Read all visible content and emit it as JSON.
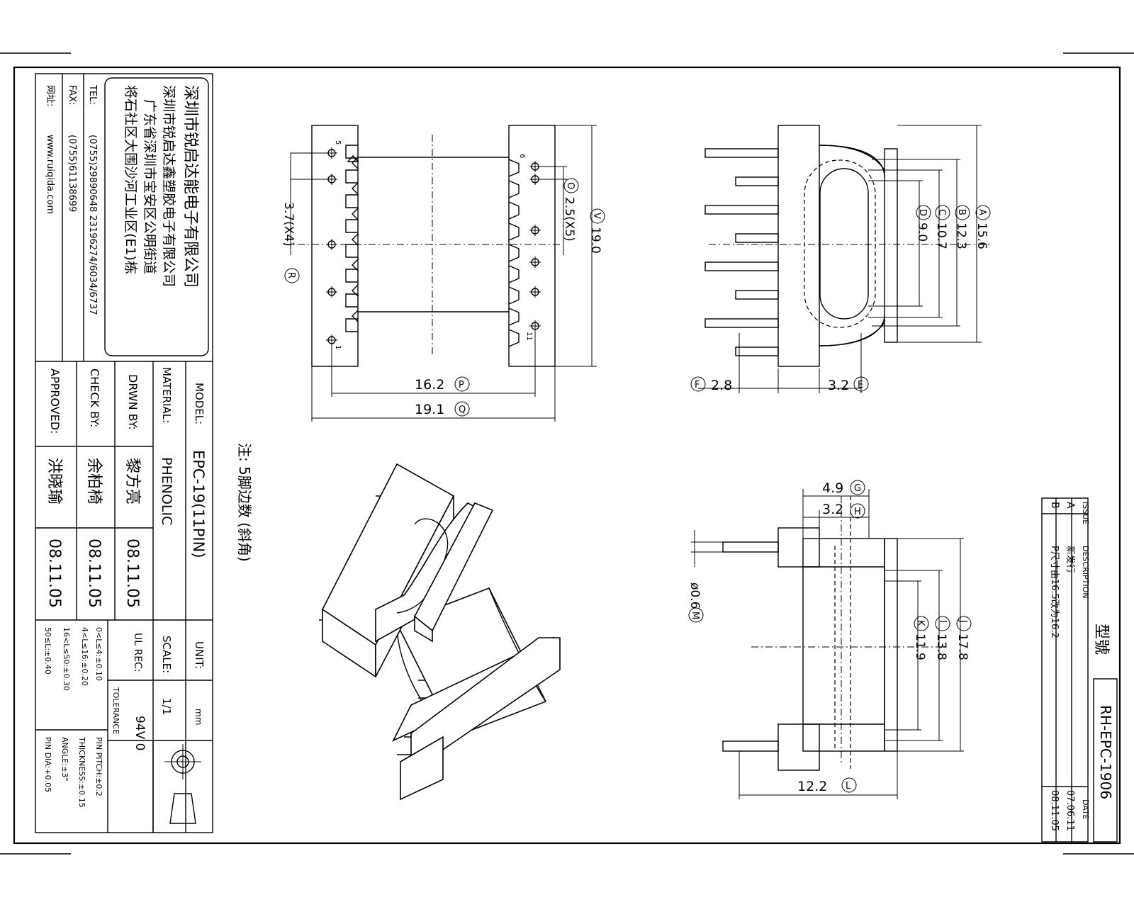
{
  "company": {
    "name1": "深圳市锐启达能电子有限公司",
    "name2": "深圳市锐启达鑫塑胶电子有限公司",
    "addr1": "广东省深圳市宝安区公明街道",
    "addr2": "将石社区大围沙河工业区(E1)栋",
    "tel_label": "TEL:",
    "tel": "(0755)29890648  23196274/6034/6737",
    "fax_label": "FAX:",
    "fax": "(0755)61138699",
    "web_label": "网址:",
    "web": "www.ruiqida.com"
  },
  "title_block": {
    "model_label": "MODEL:",
    "model": "EPC-19(11PIN)",
    "material_label": "MATERIAL:",
    "material": "PHENOLIC",
    "drwn_label": "DRWN BY:",
    "drwn": "黎方亮",
    "drwn_date": "08.11.05",
    "check_label": "CHECK BY:",
    "check": "余柏椅",
    "check_date": "08.11.05",
    "approved_label": "APPROVED:",
    "approved": "洪晓瑜",
    "approved_date": "08.11.05",
    "unit_label": "UNIT:",
    "unit": "mm",
    "scale_label": "SCALE:",
    "scale": "1/1",
    "ul_label": "UL REC:",
    "ul": "94V 0",
    "tolerance_label": "TOLERANCE",
    "tol1": "0<L≤4:±0.10",
    "tol2": "4<L≤16:±0.20",
    "tol3": "16<L≤50:±0.30",
    "tol4": "50≤L:±0.40",
    "pin_pitch": "PIN PITCH:±0.2",
    "thickness": "THICKNESS:±0.15",
    "angle": "ANGLE:±3°",
    "pin_dia": "PIN DIA:+0.05"
  },
  "note": "注: 5脚边数 (斜角)",
  "revision": {
    "issue_label": "ISSUE",
    "desc_label": "DESCRIPTION",
    "date_label": "DATE",
    "rows": [
      {
        "issue": "A",
        "desc": "新发行",
        "date": "07.06.11"
      },
      {
        "issue": "B",
        "desc": "P尺寸由16.5改为16.2",
        "date": "08.11.05"
      }
    ]
  },
  "part_no": {
    "label": "型號",
    "value": "RH-EPC-1906"
  },
  "dims": {
    "A": "15.6",
    "B": "12.3",
    "C": "10.7",
    "D": "9.0",
    "E": "3.2",
    "F": "2.8",
    "G": "4.9",
    "H": "3.2",
    "J": "17.8",
    "I": "13.8",
    "K": "11.9",
    "L": "12.2",
    "M": "ø0.6",
    "P": "16.2",
    "Q": "19.1",
    "R": "3.7(X4)",
    "O": "2.5(X5)",
    "V": "19.0"
  },
  "dim_letters": {
    "A": "A",
    "B": "B",
    "C": "C",
    "D": "D",
    "E": "E",
    "F": "F",
    "G": "G",
    "H": "H",
    "J": "J",
    "I": "I",
    "K": "K",
    "L": "L",
    "M": "M",
    "P": "P",
    "Q": "Q",
    "R": "R",
    "O": "O",
    "V": "V"
  },
  "pin_labels": {
    "p5": "5",
    "p1": "1",
    "p6": "6",
    "p11": "11"
  }
}
